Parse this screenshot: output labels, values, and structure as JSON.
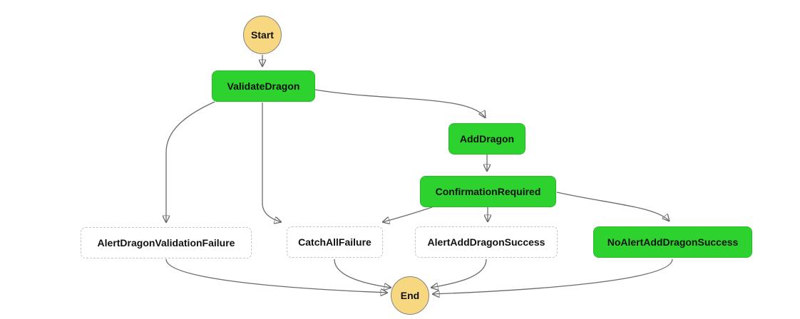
{
  "diagram": {
    "kind": "state-machine-graph",
    "background": "#ffffff",
    "colors": {
      "task_fill": "#2ed22e",
      "terminal_fill": "#f8d781",
      "terminal_border": "#848484",
      "dashed_box_border": "#c5c5c5",
      "edge": "#6b6b6b",
      "text": "#111111"
    },
    "nodes": {
      "start": {
        "label": "Start",
        "type": "terminal-circle"
      },
      "validate_dragon": {
        "label": "ValidateDragon",
        "type": "green-task"
      },
      "add_dragon": {
        "label": "AddDragon",
        "type": "green-task"
      },
      "confirmation_required": {
        "label": "ConfirmationRequired",
        "type": "green-task"
      },
      "alert_dragon_validation_failure": {
        "label": "AlertDragonValidationFailure",
        "type": "dashed-task"
      },
      "catch_all_failure": {
        "label": "CatchAllFailure",
        "type": "dashed-task"
      },
      "alert_add_dragon_success": {
        "label": "AlertAddDragonSuccess",
        "type": "dashed-task"
      },
      "no_alert_add_dragon_success": {
        "label": "NoAlertAddDragonSuccess",
        "type": "green-task"
      },
      "end": {
        "label": "End",
        "type": "terminal-circle"
      }
    },
    "edges": [
      {
        "from": "Start",
        "to": "ValidateDragon"
      },
      {
        "from": "ValidateDragon",
        "to": "AlertDragonValidationFailure"
      },
      {
        "from": "ValidateDragon",
        "to": "CatchAllFailure"
      },
      {
        "from": "ValidateDragon",
        "to": "AddDragon"
      },
      {
        "from": "AddDragon",
        "to": "ConfirmationRequired"
      },
      {
        "from": "ConfirmationRequired",
        "to": "CatchAllFailure"
      },
      {
        "from": "ConfirmationRequired",
        "to": "AlertAddDragonSuccess"
      },
      {
        "from": "ConfirmationRequired",
        "to": "NoAlertAddDragonSuccess"
      },
      {
        "from": "AlertDragonValidationFailure",
        "to": "End"
      },
      {
        "from": "CatchAllFailure",
        "to": "End"
      },
      {
        "from": "AlertAddDragonSuccess",
        "to": "End"
      },
      {
        "from": "NoAlertAddDragonSuccess",
        "to": "End"
      }
    ]
  }
}
